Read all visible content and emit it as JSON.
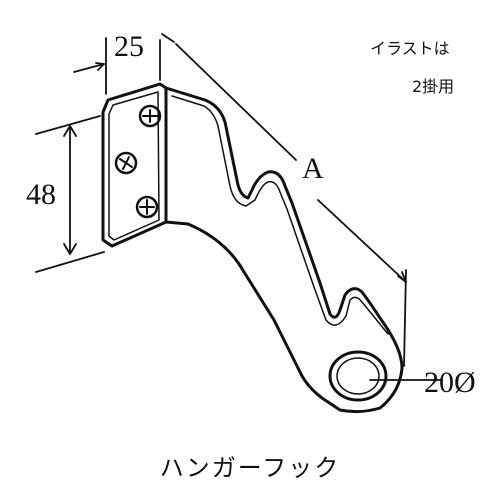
{
  "dimensions": {
    "width": "25",
    "height": "48",
    "length": "A",
    "diameter": "20Ø"
  },
  "note": {
    "line1": "イラストは",
    "line2": "2掛用"
  },
  "caption": "ハンガーフック",
  "icons": {
    "screw": "phillips-screw-icon"
  },
  "colors": {
    "ink": "#111111",
    "paper": "#ffffff"
  }
}
